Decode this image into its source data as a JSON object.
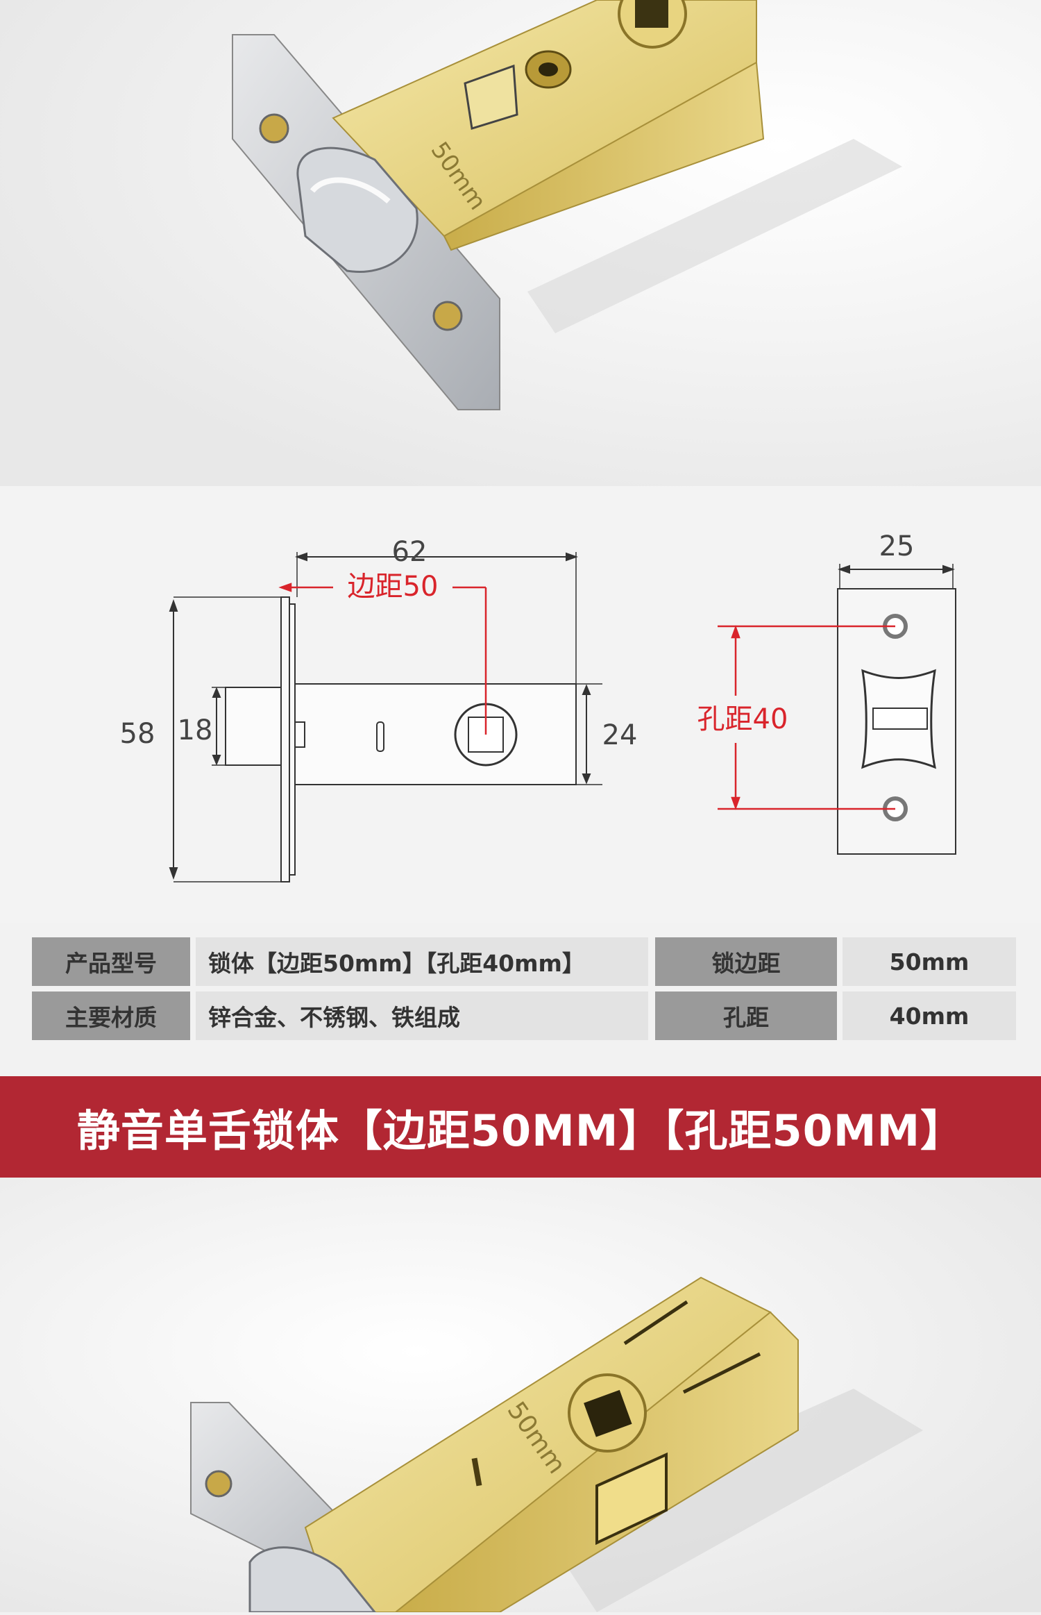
{
  "product_photo_top": {
    "engraving": "50mm"
  },
  "drawing": {
    "side_view": {
      "overall_length": "62",
      "backset_label": "边距50",
      "faceplate_height": "58",
      "latch_height": "18",
      "body_height": "24"
    },
    "front_view": {
      "faceplate_width": "25",
      "hole_distance_label": "孔距40"
    }
  },
  "spec_table": {
    "row1": {
      "label1": "产品型号",
      "value1": "锁体【边距50mm】【孔距40mm】",
      "label2": "锁边距",
      "value2": "50mm"
    },
    "row2": {
      "label1": "主要材质",
      "value1": "锌合金、不锈钢、铁组成",
      "label2": "孔距",
      "value2": "40mm"
    }
  },
  "banner": {
    "title": "静音单舌锁体【边距50MM】【孔距50MM】"
  },
  "product_photo_bottom": {
    "engraving": "50mm"
  },
  "colors": {
    "accent_red": "#b22733",
    "dimension_red": "#d9242b",
    "brass": "#e6cf6a",
    "steel": "#c9ccd0"
  }
}
